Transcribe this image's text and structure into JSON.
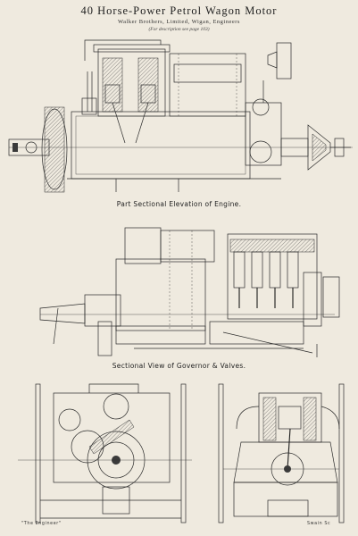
{
  "title": "40 Horse-Power Petrol Wagon Motor",
  "makers": "Walker Brothers, Limited, Wigan, Engineers",
  "description_note": "(For description see page 103)",
  "captions": {
    "elevation": "Part Sectional Elevation of Engine.",
    "governor": "Sectional View of Governor & Valves."
  },
  "footer": {
    "left": "\"The Engineer\"",
    "right": "Swain Sc"
  },
  "colors": {
    "paper": "#efeadf",
    "ink": "#2a2a2a"
  }
}
